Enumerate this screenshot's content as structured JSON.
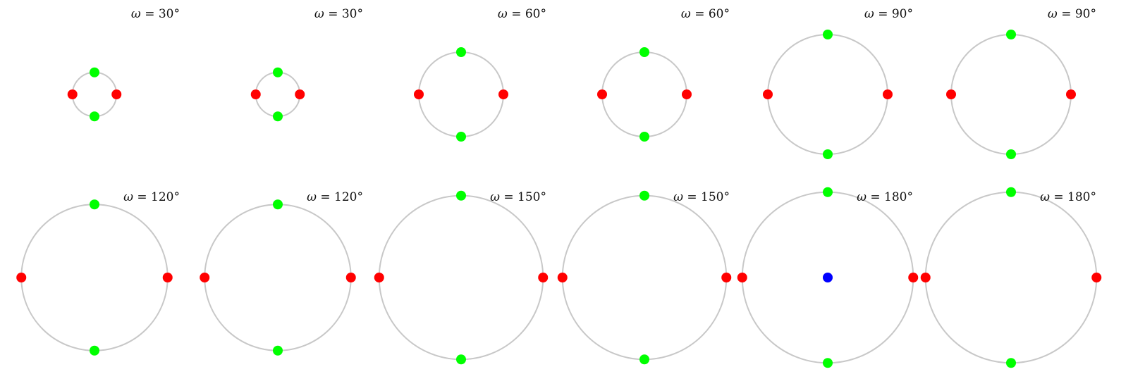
{
  "colors": {
    "circle": "#c8c8c8",
    "point_red": "#ff0000",
    "point_green": "#00ff00",
    "point_blue": "#0000ff"
  },
  "panels": [
    {
      "symbol": "ω",
      "equals": " = ",
      "value": "30°",
      "radius_fraction": 0.25,
      "center_point": false
    },
    {
      "symbol": "ω",
      "equals": " = ",
      "value": "30°",
      "radius_fraction": 0.25,
      "center_point": false
    },
    {
      "symbol": "ω",
      "equals": " = ",
      "value": "60°",
      "radius_fraction": 0.48,
      "center_point": false
    },
    {
      "symbol": "ω",
      "equals": " = ",
      "value": "60°",
      "radius_fraction": 0.48,
      "center_point": false
    },
    {
      "symbol": "ω",
      "equals": " = ",
      "value": "90°",
      "radius_fraction": 0.68,
      "center_point": false
    },
    {
      "symbol": "ω",
      "equals": " = ",
      "value": "90°",
      "radius_fraction": 0.68,
      "center_point": false
    },
    {
      "symbol": "ω",
      "equals": " = ",
      "value": "120°",
      "radius_fraction": 0.83,
      "center_point": false
    },
    {
      "symbol": "ω",
      "equals": " = ",
      "value": "120°",
      "radius_fraction": 0.83,
      "center_point": false
    },
    {
      "symbol": "ω",
      "equals": " = ",
      "value": "150°",
      "radius_fraction": 0.93,
      "center_point": false
    },
    {
      "symbol": "ω",
      "equals": " = ",
      "value": "150°",
      "radius_fraction": 0.93,
      "center_point": false
    },
    {
      "symbol": "ω",
      "equals": " = ",
      "value": "180°",
      "radius_fraction": 0.97,
      "center_point": true
    },
    {
      "symbol": "ω",
      "equals": " = ",
      "value": "180°",
      "radius_fraction": 0.97,
      "center_point": false
    }
  ]
}
